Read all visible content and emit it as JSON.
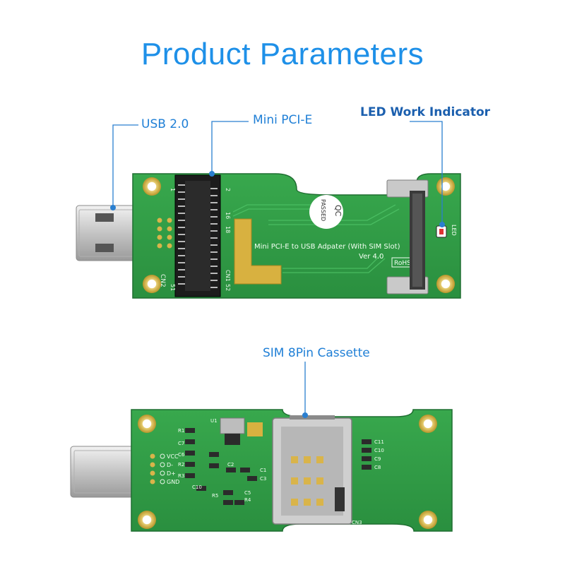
{
  "title": "Product Parameters",
  "callouts": {
    "usb": "USB 2.0",
    "mini_pcie": "Mini PCI-E",
    "led": "LED Work Indicator",
    "sim": "SIM 8Pin Cassette"
  },
  "top_board": {
    "silkscreen_main": "Mini PCI-E to USB Adpater (With SIM Slot)",
    "version": "Ver 4.0",
    "qc_stamp_line1": "QC",
    "qc_stamp_line2": "PASSED",
    "rohs": "RoHS",
    "connector_label": "CN2",
    "pin_2": "2",
    "pin_1": "1",
    "pin_16": "16",
    "pin_18": "18",
    "pin_51": "51",
    "pin_52": "52",
    "cn1": "CN1",
    "led_label": "LED"
  },
  "bottom_board": {
    "u1": "U1",
    "cn3": "CN3",
    "pins": [
      "VCC",
      "D-",
      "D+",
      "GND"
    ],
    "refs_left": [
      "R1",
      "C7",
      "C6",
      "R2",
      "R3",
      "C10"
    ],
    "refs_mid": [
      "C2",
      "C3",
      "C1",
      "C5",
      "R4",
      "R5"
    ],
    "refs_right": [
      "C11",
      "C10",
      "C9",
      "C8"
    ]
  },
  "colors": {
    "accent": "#1e90e8",
    "pcb": "#2f9a45",
    "pcb_light": "#3fb055",
    "gold": "#d9b44a",
    "metal": "#c9c9c9"
  }
}
